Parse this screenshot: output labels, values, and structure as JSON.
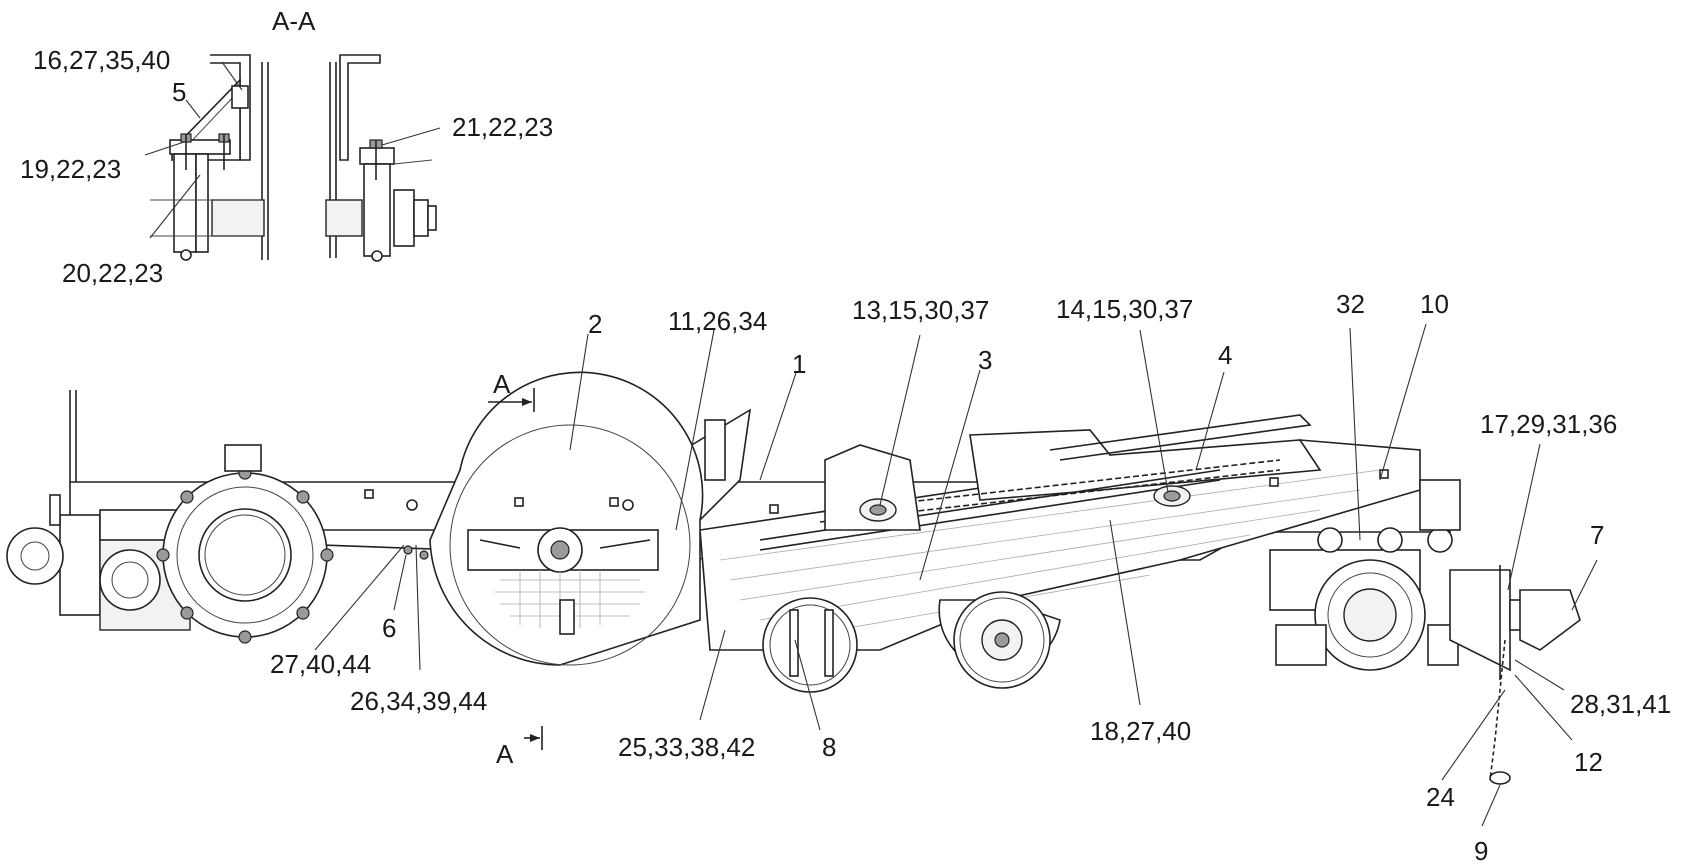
{
  "section_title": "A-A",
  "section_marks": {
    "top": "A",
    "bottom": "A"
  },
  "callouts": {
    "c_16_27_35_40": "16,27,35,40",
    "c_5": "5",
    "c_19_22_23": "19,22,23",
    "c_20_22_23": "20,22,23",
    "c_21_22_23": "21,22,23",
    "c_2": "2",
    "c_11_26_34": "11,26,34",
    "c_1": "1",
    "c_13_15_30_37": "13,15,30,37",
    "c_3": "3",
    "c_14_15_30_37": "14,15,30,37",
    "c_4": "4",
    "c_32": "32",
    "c_10": "10",
    "c_17_29_31_36": "17,29,31,36",
    "c_7": "7",
    "c_28_31_41": "28,31,41",
    "c_12": "12",
    "c_24": "24",
    "c_9": "9",
    "c_18_27_40": "18,27,40",
    "c_8": "8",
    "c_25_33_38_42": "25,33,38,42",
    "c_26_34_39_44": "26,34,39,44",
    "c_6": "6",
    "c_27_40_44": "27,40,44"
  }
}
